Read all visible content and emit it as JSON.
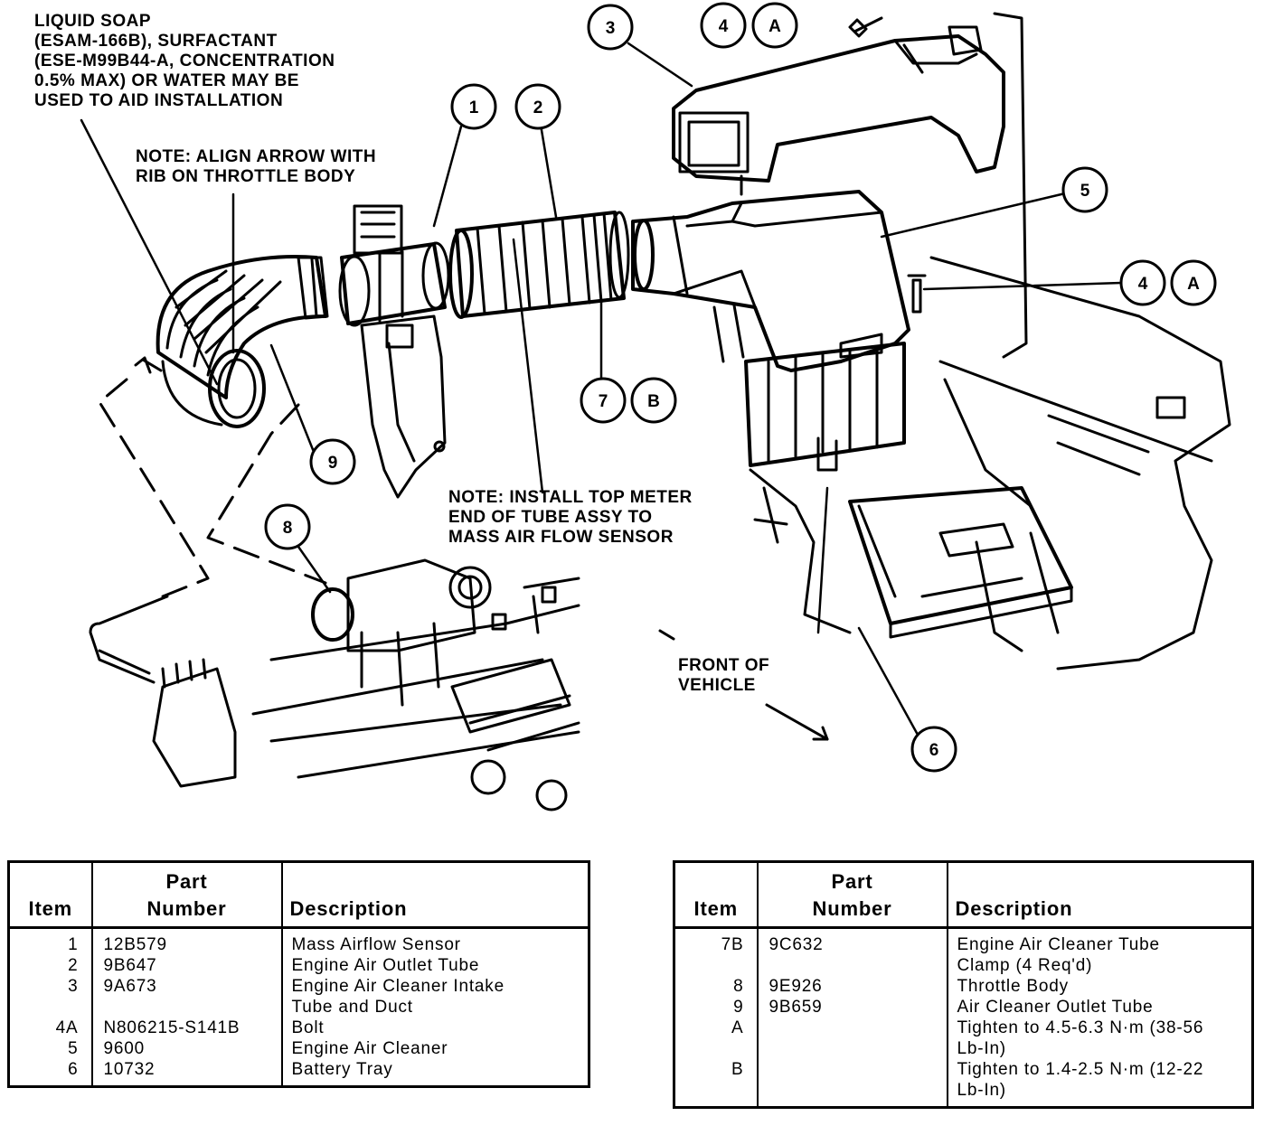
{
  "notes": {
    "liquid_soap": "LIQUID SOAP\n(ESAM-166B), SURFACTANT\n(ESE-M99B44-A, CONCENTRATION\n0.5% MAX) OR WATER MAY BE\nUSED TO AID INSTALLATION",
    "align_arrow": "NOTE: ALIGN ARROW WITH\nRIB ON THROTTLE BODY",
    "install_top_meter": "NOTE: INSTALL TOP METER\nEND OF TUBE ASSY TO\nMASS AIR FLOW SENSOR",
    "front_of_vehicle": "FRONT OF\nVEHICLE"
  },
  "callouts": [
    "1",
    "2",
    "3",
    "4",
    "A",
    "5",
    "4",
    "A",
    "7",
    "B",
    "9",
    "8",
    "6"
  ],
  "tables": {
    "headers": {
      "item": "Item",
      "part_line1": "Part",
      "part_line2": "Number",
      "description": "Description"
    },
    "left": [
      {
        "item": "1",
        "part": "12B579",
        "desc": "Mass Airflow Sensor"
      },
      {
        "item": "2",
        "part": "9B647",
        "desc": "Engine Air Outlet Tube"
      },
      {
        "item": "3",
        "part": "9A673",
        "desc": "Engine Air Cleaner Intake\nTube and Duct"
      },
      {
        "item": "4A",
        "part": "N806215-S141B",
        "desc": "Bolt"
      },
      {
        "item": "5",
        "part": "9600",
        "desc": "Engine Air Cleaner"
      },
      {
        "item": "6",
        "part": "10732",
        "desc": "Battery Tray"
      }
    ],
    "right": [
      {
        "item": "7B",
        "part": "9C632",
        "desc": "Engine Air Cleaner Tube\nClamp (4 Req'd)"
      },
      {
        "item": "8",
        "part": "9E926",
        "desc": "Throttle Body"
      },
      {
        "item": "9",
        "part": "9B659",
        "desc": "Air Cleaner Outlet Tube"
      },
      {
        "item": "A",
        "part": "",
        "desc": "Tighten to 4.5-6.3 N·m (38-56\nLb-In)"
      },
      {
        "item": "B",
        "part": "",
        "desc": "Tighten to 1.4-2.5 N·m (12-22\nLb-In)"
      }
    ]
  }
}
